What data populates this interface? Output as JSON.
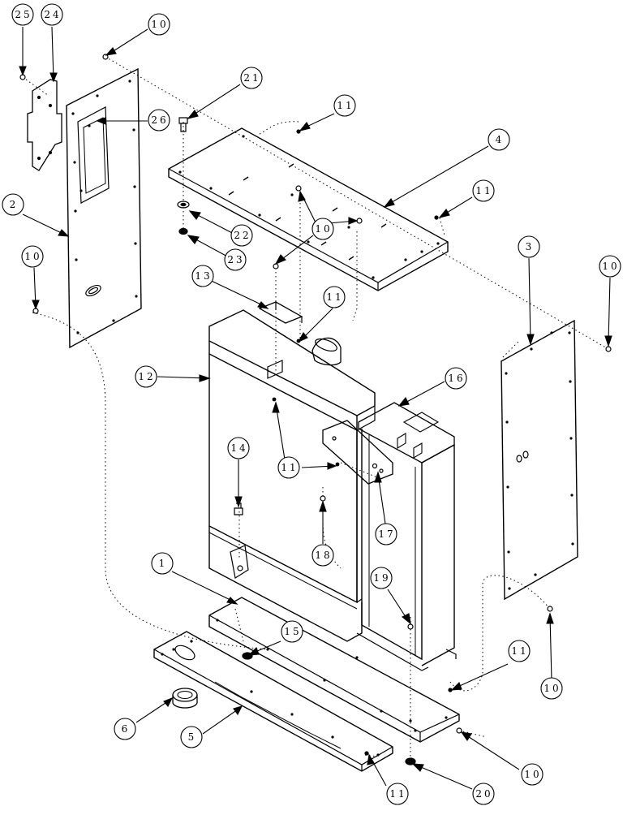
{
  "callouts": [
    {
      "id": "c25a",
      "text": "25"
    },
    {
      "id": "c24",
      "text": "24"
    },
    {
      "id": "c10a",
      "text": "10"
    },
    {
      "id": "c21",
      "text": "21"
    },
    {
      "id": "c26",
      "text": "26"
    },
    {
      "id": "c11a",
      "text": "11"
    },
    {
      "id": "c4",
      "text": "4"
    },
    {
      "id": "c11b",
      "text": "11"
    },
    {
      "id": "c2",
      "text": "2"
    },
    {
      "id": "c22",
      "text": "22"
    },
    {
      "id": "c23",
      "text": "23"
    },
    {
      "id": "c10b",
      "text": "10"
    },
    {
      "id": "c10c",
      "text": "10"
    },
    {
      "id": "c3",
      "text": "3"
    },
    {
      "id": "c10d",
      "text": "10"
    },
    {
      "id": "c13",
      "text": "13"
    },
    {
      "id": "c11c",
      "text": "11"
    },
    {
      "id": "c12",
      "text": "12"
    },
    {
      "id": "c16",
      "text": "16"
    },
    {
      "id": "c11d",
      "text": "11"
    },
    {
      "id": "c14",
      "text": "14"
    },
    {
      "id": "c17",
      "text": "17"
    },
    {
      "id": "c18",
      "text": "18"
    },
    {
      "id": "c1",
      "text": "1"
    },
    {
      "id": "c19",
      "text": "19"
    },
    {
      "id": "c15",
      "text": "15"
    },
    {
      "id": "c11e",
      "text": "11"
    },
    {
      "id": "c10e",
      "text": "10"
    },
    {
      "id": "c6",
      "text": "6"
    },
    {
      "id": "c5",
      "text": "5"
    },
    {
      "id": "c10f",
      "text": "10"
    },
    {
      "id": "c11f",
      "text": "11"
    },
    {
      "id": "c20",
      "text": "20"
    }
  ]
}
